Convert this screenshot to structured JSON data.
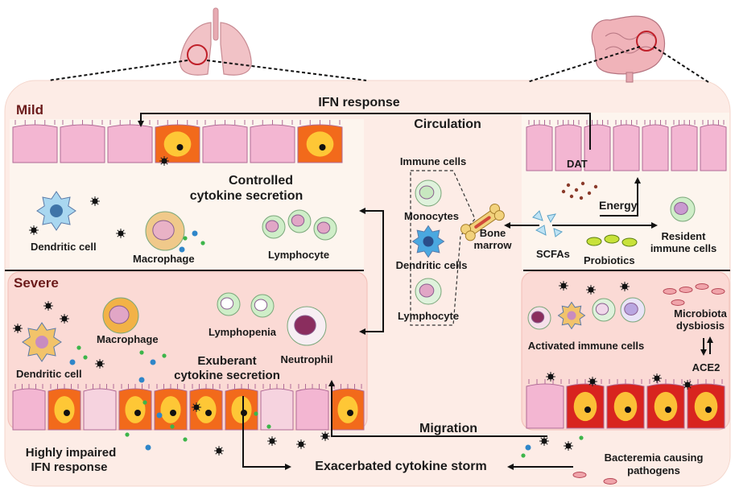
{
  "sections": {
    "mild": "Mild",
    "severe": "Severe"
  },
  "arrows": {
    "ifn_response": "IFN response",
    "circulation": "Circulation",
    "migration": "Migration",
    "energy": "Energy"
  },
  "mild": {
    "controlled_line1": "Controlled",
    "controlled_line2": "cytokine secretion",
    "dendritic_cell": "Dendritic cell",
    "macrophage": "Macrophage",
    "lymphocyte": "Lymphocyte"
  },
  "center": {
    "immune_cells": "Immune cells",
    "monocytes": "Monocytes",
    "dendritic_cells": "Dendritic cells",
    "lymphocyte": "Lymphocyte",
    "bone_line1": "Bone",
    "bone_line2": "marrow"
  },
  "gut_mild": {
    "dat": "DAT",
    "scfas": "SCFAs",
    "probiotics": "Probiotics",
    "resident_line1": "Resident",
    "resident_line2": "immune cells"
  },
  "severe": {
    "dendritic_cell": "Dendritic cell",
    "macrophage": "Macrophage",
    "lymphopenia": "Lymphopenia",
    "neutrophil": "Neutrophil",
    "exuberant_line1": "Exuberant",
    "exuberant_line2": "cytokine secretion",
    "impaired_line1": "Highly impaired",
    "impaired_line2": "IFN response",
    "storm": "Exacerbated cytokine storm"
  },
  "gut_severe": {
    "activated": "Activated immune cells",
    "dysbiosis_line1": "Microbiota",
    "dysbiosis_line2": "dysbiosis",
    "ace2": "ACE2",
    "bacteremia_line1": "Bacteremia causing",
    "bacteremia_line2": "pathogens"
  },
  "colors": {
    "panel_bg": "#fdece6",
    "mild_bg": "#fdf4ec",
    "severe_bg": "#fbd9d4",
    "epithelium": "#f3b6d2",
    "epithelium_edge": "#b06a96",
    "inflamed": "#f26a1b",
    "inflamed_core": "#ffd23a",
    "damaged": "#d8241f",
    "cytokine_green": "#3db54a",
    "cytokine_blue": "#2f86c9",
    "section_title": "#6b1a1a"
  }
}
